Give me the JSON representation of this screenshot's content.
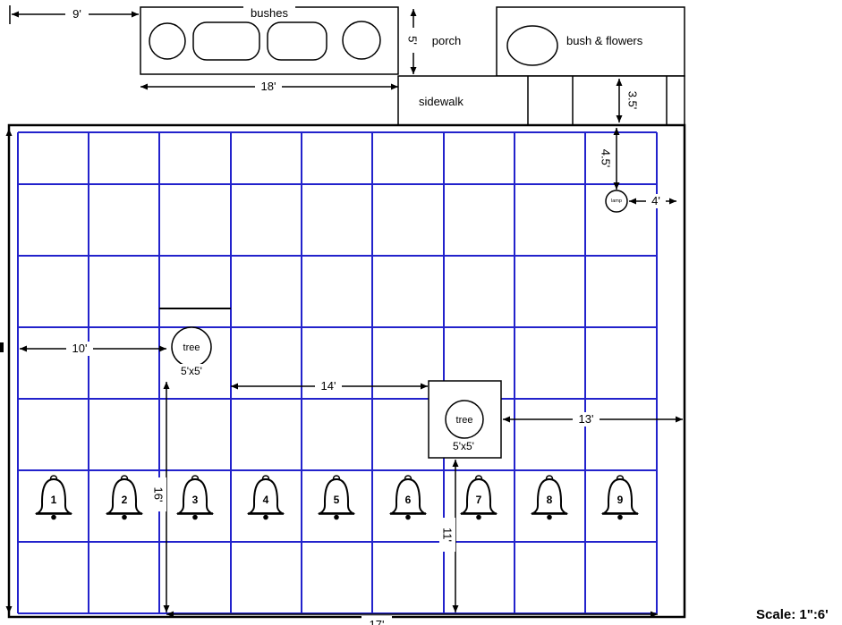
{
  "colors": {
    "grid-blue": "#2222cc",
    "ink": "#000000"
  },
  "areas": {
    "bushes": "bushes",
    "porch": "porch",
    "bush_flowers": "bush & flowers",
    "sidewalk": "sidewalk"
  },
  "dimensions": {
    "bushes_offset": "9'",
    "bushes_width": "18'",
    "porch_depth": "5'",
    "sidewalk_width": "3.5'",
    "lamp_from_top": "4.5'",
    "lamp_from_right": "4'",
    "tree1_from_left": "10'",
    "tree_gap": "14'",
    "left_run": "16'",
    "tree2_from_right": "13'",
    "tree2_run": "11'",
    "bottom_run": "17'"
  },
  "features": {
    "lamp": "lamp",
    "tree1": {
      "label": "tree",
      "size": "5'x5'"
    },
    "tree2": {
      "label": "tree",
      "size": "5'x5'"
    },
    "bells": [
      "1",
      "2",
      "3",
      "4",
      "5",
      "6",
      "7",
      "8",
      "9"
    ]
  },
  "scale_note": "Scale: 1\":6'"
}
